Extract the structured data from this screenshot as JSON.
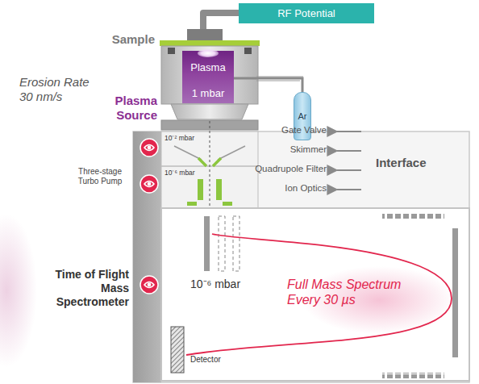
{
  "diagram": {
    "nodes": [
      {
        "text": [
          "RF Potential"
        ]
      },
      {
        "text": [
          "Plasma",
          "1 mbar"
        ]
      },
      {
        "text": [
          "Ar"
        ]
      }
    ],
    "edges": [
      {
        "from": 2,
        "to": 1,
        "arrow": "none"
      }
    ],
    "labels": [
      "Sample",
      "Erosion Rate 30 nm/s",
      "Plasma Source",
      "Gate Valve",
      "Skimmer",
      "Quadrupole Filter",
      "Ion Optics",
      "Interface",
      "10⁻² mbar",
      "Three-stage Turbo Pump",
      "10⁻⁶ mbar",
      "Time of Flight Mass Spectrometer",
      "10⁻⁶ mbar",
      "Full Mass Spectrum Every 30 µs",
      "Detector"
    ]
  }
}
